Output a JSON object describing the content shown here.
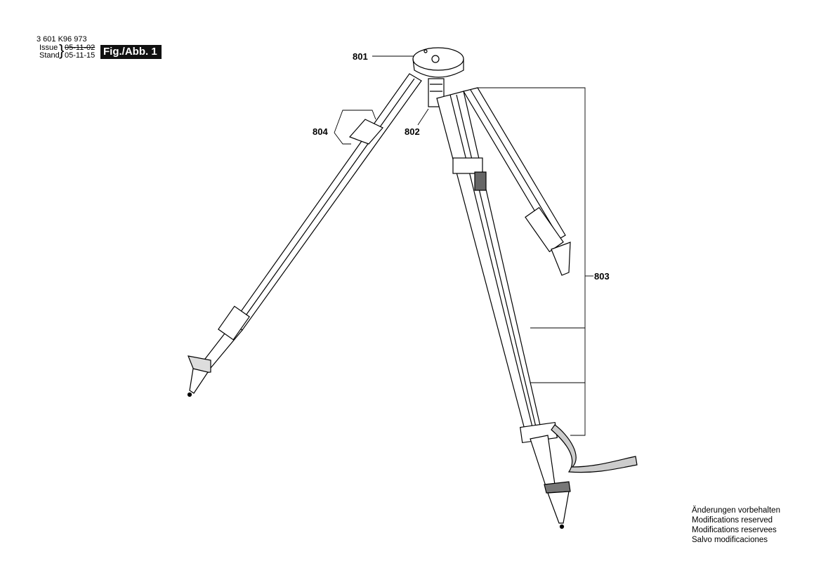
{
  "header": {
    "part_number": "3 601 K96 973",
    "issue_label": "Issue",
    "stand_label": "Stand",
    "issue_value": "05-11-02",
    "stand_value": "05-11-15",
    "figure_label": "Fig./Abb. 1"
  },
  "callouts": {
    "head": "801",
    "clamp": "802",
    "leg": "803",
    "lever": "804"
  },
  "notes": [
    "Änderungen vorbehalten",
    "Modifications reserved",
    "Modifications reservees",
    "Salvo modificaciones"
  ]
}
